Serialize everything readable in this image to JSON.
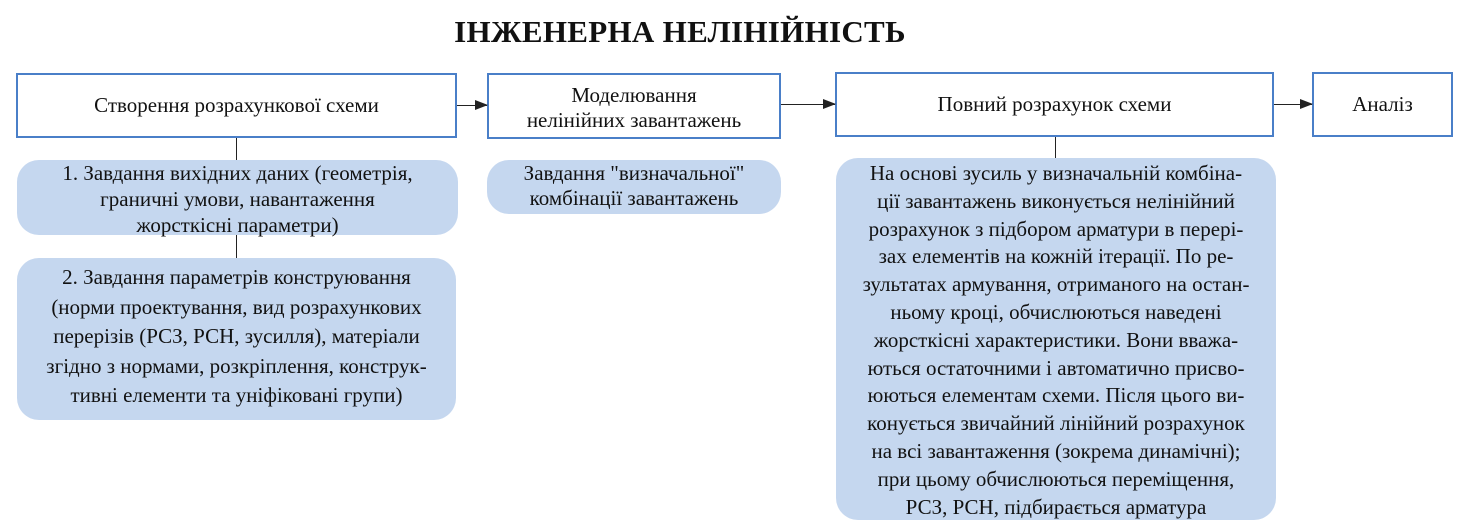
{
  "title": "ІНЖЕНЕРНА НЕЛІНІЙНІСТЬ",
  "steps": [
    {
      "lines": [
        "Створення розрахункової схеми"
      ]
    },
    {
      "lines": [
        "Моделювання",
        "нелінійних завантажень"
      ]
    },
    {
      "lines": [
        "Повний розрахунок схеми"
      ]
    },
    {
      "lines": [
        "Аналіз"
      ]
    }
  ],
  "details": {
    "input_data": [
      "1. Завдання вихідних даних (геометрія,",
      "граничні умови, навантаження",
      "жорсткісні параметри)"
    ],
    "design_params": [
      "2. Завдання параметрів конструювання",
      "(норми проектування, вид розрахункових",
      "перерізів (РСЗ, РСН, зусилля), матеріали",
      "згідно з нормами, розкріплення, конструк-",
      "тивні елементи та уніфіковані групи)"
    ],
    "combination": [
      "Завдання \"визначальної\"",
      "комбінації завантажень"
    ],
    "full_calc": [
      "На основі зусиль у визначальній комбіна-",
      "ції завантажень виконується нелінійний",
      "розрахунок з підбором арматури в перері-",
      "зах елементів на кожній ітерації. По ре-",
      "зультатах армування, отриманого на остан-",
      "ньому кроці, обчислюються наведені",
      "жорсткісні характеристики. Вони вважа-",
      "ються остаточними і автоматично присво-",
      "юються елементам схеми. Після цього ви-",
      "конується звичайний лінійний розрахунок",
      "на всі завантаження (зокрема динамічні);",
      "при цьому обчислюються переміщення,",
      "РСЗ, РСН, підбирається арматура"
    ]
  },
  "colors": {
    "border": "#4a7fc8",
    "fill": "#c5d7ef"
  }
}
